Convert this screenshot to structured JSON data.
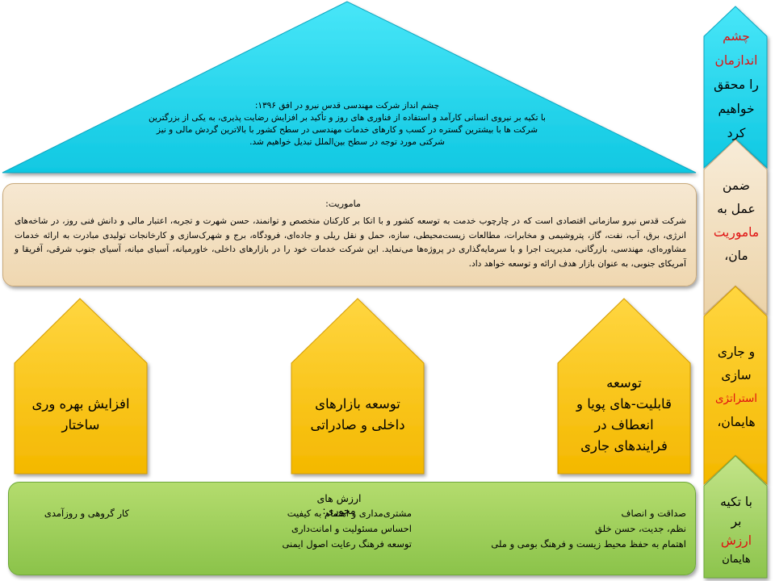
{
  "vision": {
    "heading": "چشم انداز شرکت مهندسی قدس نیرو در افق ۱۳۹۶:",
    "line1": "با تکیه بر نیروی انسانی کارآمد و استفاده از فناوری های روز و تأکید بر افزایش رضایت پذیری، به یکی از بزرگترین",
    "line2": "شرکت ها با بیشترین گستره در کسب و کارهای خدمات مهندسی در سطح کشور با بالاترین گردش مالی و نیز",
    "line3": "شرکتی مورد توجه در سطح بین‌الملل تبدیل خواهیم شد."
  },
  "mission": {
    "title": "ماموریت:",
    "body": "شرکت قدس نیرو سازمانی اقتصادی است که در چارچوب خدمت به توسعه کشور و با اتکا بر کارکنان متخصص و توانمند، حسن شهرت و تجربه، اعتبار مالی و دانش فنی روز، در شاخه‌های انرژی، برق، آب، نفت، گاز، پتروشیمی و مخابرات، مطالعات زیست‌محیطی، سازه، حمل و نقل ریلی و جاده‌ای، فرودگاه، برج و شهرک‌سازی و کارخانجات تولیدی مبادرت به ارائه خدمات مشاوره‌ای، مهندسی، بازرگانی، مدیریت اجرا و با سرمایه‌گذاری در پروژه‌ها می‌نماید. این شرکت خدمات خود را در بازارهای داخلی، خاورمیانه، آسیای میانه، آسیای جنوب شرقی، آفریقا و آمریکای جنوبی، به عنوان بازار هدف ارائه و توسعه خواهد داد."
  },
  "pillars": [
    {
      "line1": "افزایش بهره وری",
      "line2": "ساختار"
    },
    {
      "line1": "توسعه بازارهای",
      "line2": "داخلی و صادراتی"
    },
    {
      "line1": "توسعه",
      "line2": "قابلیت-های پویا و",
      "line3": "انعطاف در",
      "line4": "فرایندهای جاری"
    }
  ],
  "values": {
    "title": "ارزش های محوری:",
    "right": [
      "صداقت و انصاف",
      "نظم، جدیت، حسن خلق",
      "اهتمام به حفظ محیط زیست و فرهنگ بومی و ملی"
    ],
    "middle": [
      "مشتری‌مداری و اهتمام به کیفیت",
      "احساس مسئولیت و امانت‌داری",
      "توسعه فرهنگ رعایت اصول ایمنی"
    ],
    "left": [
      "کار گروهی و روزآمدی"
    ]
  },
  "side": {
    "s1": {
      "red": "چشم اندازمان",
      "rest1": "را محقق",
      "rest2": "خواهیم",
      "rest3": "کرد"
    },
    "s2": {
      "l1": "ضمن",
      "l2": "عمل به",
      "red": "ماموریت",
      "l3": "مان،"
    },
    "s3": {
      "l1": "و جاری",
      "l2": "سازی",
      "red": "استراتژی",
      "l3": "هایمان،"
    },
    "s4": {
      "l1": "با تکیه",
      "l2": "بر",
      "red": "ارزش",
      "l3": "هایمان"
    }
  },
  "colors": {
    "roof": "#1cd8f0",
    "pillar": "#ffc81e",
    "mission": "#f3dfbf",
    "values": "#9ccf58",
    "side_red": "#e01010"
  }
}
